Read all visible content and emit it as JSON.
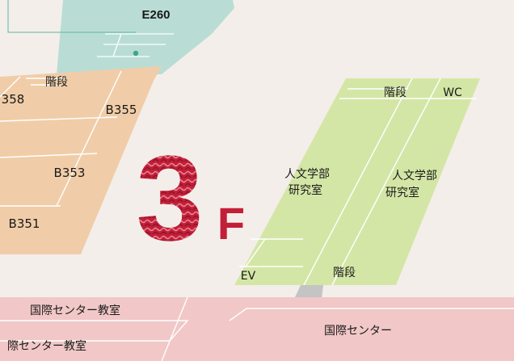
{
  "colors": {
    "background": "#f4eeea",
    "annex": "#f0cda8",
    "lab_wing": "#d4e6a6",
    "teal_building": "#b9ddd4",
    "center_band": "#f1c7c7",
    "floor_badge": "#c21f38",
    "connector": "#c4c4c4"
  },
  "building_e260": {
    "label": "E260"
  },
  "floor_badge": {
    "number": "3",
    "suffix": "F"
  },
  "annex_rooms": {
    "stairs": "階段",
    "room_358": "358",
    "room_b355": "B355",
    "room_b353": "B353",
    "room_b351": "B351"
  },
  "lab_wing": {
    "stairs_top": "階段",
    "wc": "WC",
    "lab_left": [
      "人文学部",
      "研究室"
    ],
    "lab_right": [
      "人文学部",
      "研究室"
    ],
    "ev": "EV",
    "stairs_bottom": "階段"
  },
  "center_band": {
    "upper_left": "国際センター教室",
    "lower_left": "際センター教室",
    "right": "国際センター"
  }
}
